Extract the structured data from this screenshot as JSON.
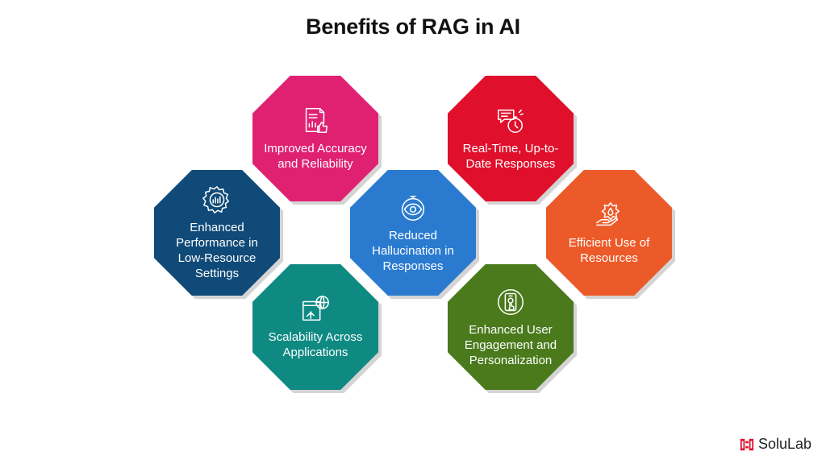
{
  "title": "Benefits of RAG in AI",
  "colors": {
    "accuracy": "#e02172",
    "realtime": "#e0102c",
    "performance": "#0f4a78",
    "hallucination": "#2a7bd0",
    "resources": "#ec5a29",
    "scalability": "#0f8a82",
    "engagement": "#4a7a1c"
  },
  "benefits": [
    {
      "key": "accuracy",
      "label": "Improved Accuracy\nand Reliability",
      "icon": "report-thumbs-up-icon"
    },
    {
      "key": "realtime",
      "label": "Real-Time, Up-to-\nDate Responses",
      "icon": "chat-stopwatch-icon"
    },
    {
      "key": "performance",
      "label": "Enhanced\nPerformance in\nLow-Resource\nSettings",
      "icon": "gear-chart-icon"
    },
    {
      "key": "hallucination",
      "label": "Reduced\nHallucination in\nResponses",
      "icon": "eye-target-icon"
    },
    {
      "key": "resources",
      "label": "Efficient Use of\nResources",
      "icon": "hand-drop-icon"
    },
    {
      "key": "scalability",
      "label": "Scalability Across\nApplications",
      "icon": "browser-globe-icon"
    },
    {
      "key": "engagement",
      "label": "Enhanced User\nEngagement and\nPersonalization",
      "icon": "phone-touch-icon"
    }
  ],
  "brand": {
    "name": "SoluLab"
  }
}
